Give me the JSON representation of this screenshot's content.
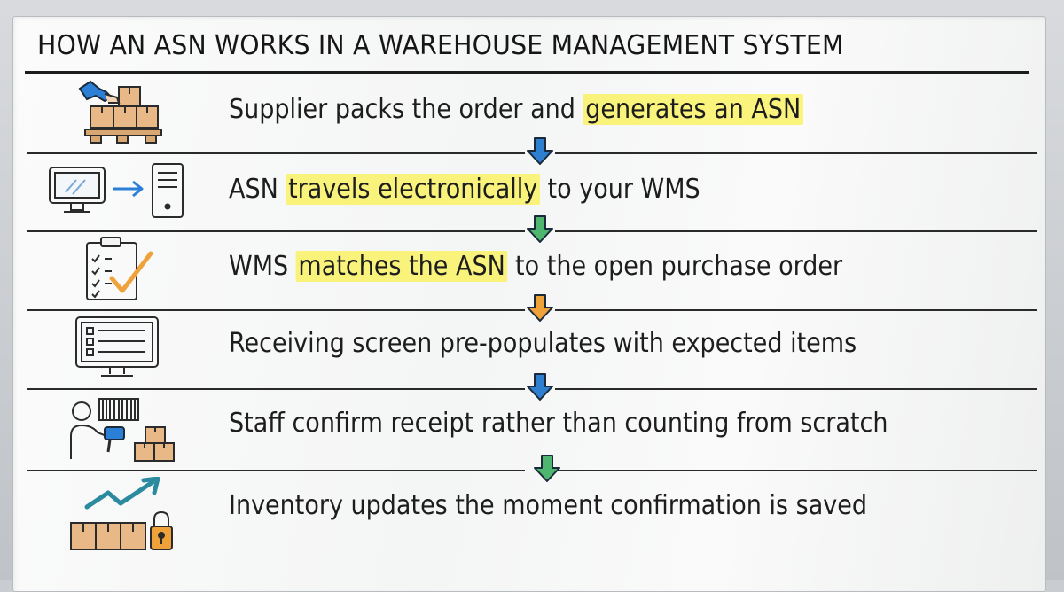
{
  "title": "HOW AN ASN WORKS IN A WAREHOUSE MANAGEMENT SYSTEM",
  "steps": [
    {
      "pre": "Supplier packs the order and ",
      "hl": "generates an ASN",
      "post": "",
      "icon": "supplier-packing-boxes-icon",
      "arrow_color": "#2f7fd0"
    },
    {
      "pre": "ASN ",
      "hl": "travels electronically",
      "post": " to your WMS",
      "icon": "computer-to-server-icon",
      "arrow_color": "#4fb66f"
    },
    {
      "pre": "WMS ",
      "hl": "matches the ASN",
      "post": " to the open purchase order",
      "icon": "checklist-clipboard-icon",
      "arrow_color": "#f0a23a"
    },
    {
      "pre": "Receiving screen pre-populates with expected items",
      "hl": "",
      "post": "",
      "icon": "receiving-screen-icon",
      "arrow_color": "#2f7fd0"
    },
    {
      "pre": "Staff confirm receipt rather than counting from scratch",
      "hl": "",
      "post": "",
      "icon": "staff-scanning-barcode-icon",
      "arrow_color": "#4fb66f"
    },
    {
      "pre": "Inventory updates the moment confirmation is saved",
      "hl": "",
      "post": "",
      "icon": "inventory-growth-lock-icon",
      "arrow_color": ""
    }
  ]
}
